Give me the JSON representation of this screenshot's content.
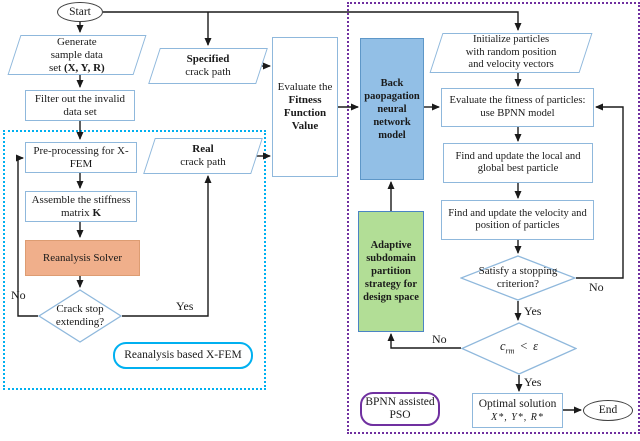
{
  "colors": {
    "cyan_region_border": "#00B0F0",
    "purple_region_border": "#7030A0",
    "node_border": "#8FB8DC",
    "solver_fill": "#F0AF8B",
    "bpnn_fill": "#92BFE6",
    "adaptive_fill": "#B2DE96",
    "line": "#1a1a1a"
  },
  "nodes": {
    "start": {
      "label": "Start"
    },
    "generate": {
      "line1": "Generate",
      "line2": "sample data",
      "line3_prefix": "set ",
      "line3_bold": "(X, Y, R)"
    },
    "filter": {
      "line1": "Filter out the invalid",
      "line2": "data set"
    },
    "preprocessing": {
      "line1": "Pre-processing for X-",
      "line2": "FEM"
    },
    "assemble": {
      "line1": "Assemble the stiffness",
      "line2_prefix": "matrix ",
      "line2_bold": "K"
    },
    "solver": {
      "label": "Reanalysis Solver"
    },
    "crack_diamond": {
      "line1": "Crack stop",
      "line2": "extending?"
    },
    "specified": {
      "bold": "Specified",
      "rest": "crack path"
    },
    "real": {
      "bold": "Real",
      "rest": "crack path"
    },
    "evaluate": {
      "line1": "Evaluate the",
      "line2": "Fitness",
      "line3": "Function",
      "line4": "Value"
    },
    "bpnn": {
      "line1": "Back",
      "line2": "paopagation",
      "line3": "neural",
      "line4": "network",
      "line5": "model"
    },
    "adaptive": {
      "line1": "Adaptive",
      "line2": "subdomain",
      "line3": "partition",
      "line4": "strategy for",
      "line5": "design space"
    },
    "init": {
      "line1": "Initialize particles",
      "line2": "with random position",
      "line3": "and velocity vectors"
    },
    "evalfit": {
      "line1": "Evaluate the fitness of particles:",
      "line2": "use BPNN model"
    },
    "findlocal": {
      "line1": "Find and update the local and",
      "line2": "global best particle"
    },
    "findvel": {
      "line1": "Find and update the velocity and",
      "line2": "position of particles"
    },
    "satisfy_diamond": {
      "line1": "Satisfy a stopping",
      "line2": "criterion?"
    },
    "criterion_diamond": {
      "lhs": "c",
      "sub": "rm",
      "op": "<",
      "rhs": "ε"
    },
    "optimal": {
      "line1": "Optimal solution",
      "line2": "X*, Y*, R*"
    },
    "end": {
      "label": "End"
    }
  },
  "edge_labels": {
    "crack_no": "No",
    "crack_yes": "Yes",
    "stop_no": "No",
    "stop_yes": "Yes",
    "crit_no": "No",
    "crit_yes": "Yes"
  },
  "regions": {
    "xfem_label": "Reanalysis based X-FEM",
    "pso_label_line1": "BPNN assisted",
    "pso_label_line2": "PSO"
  }
}
